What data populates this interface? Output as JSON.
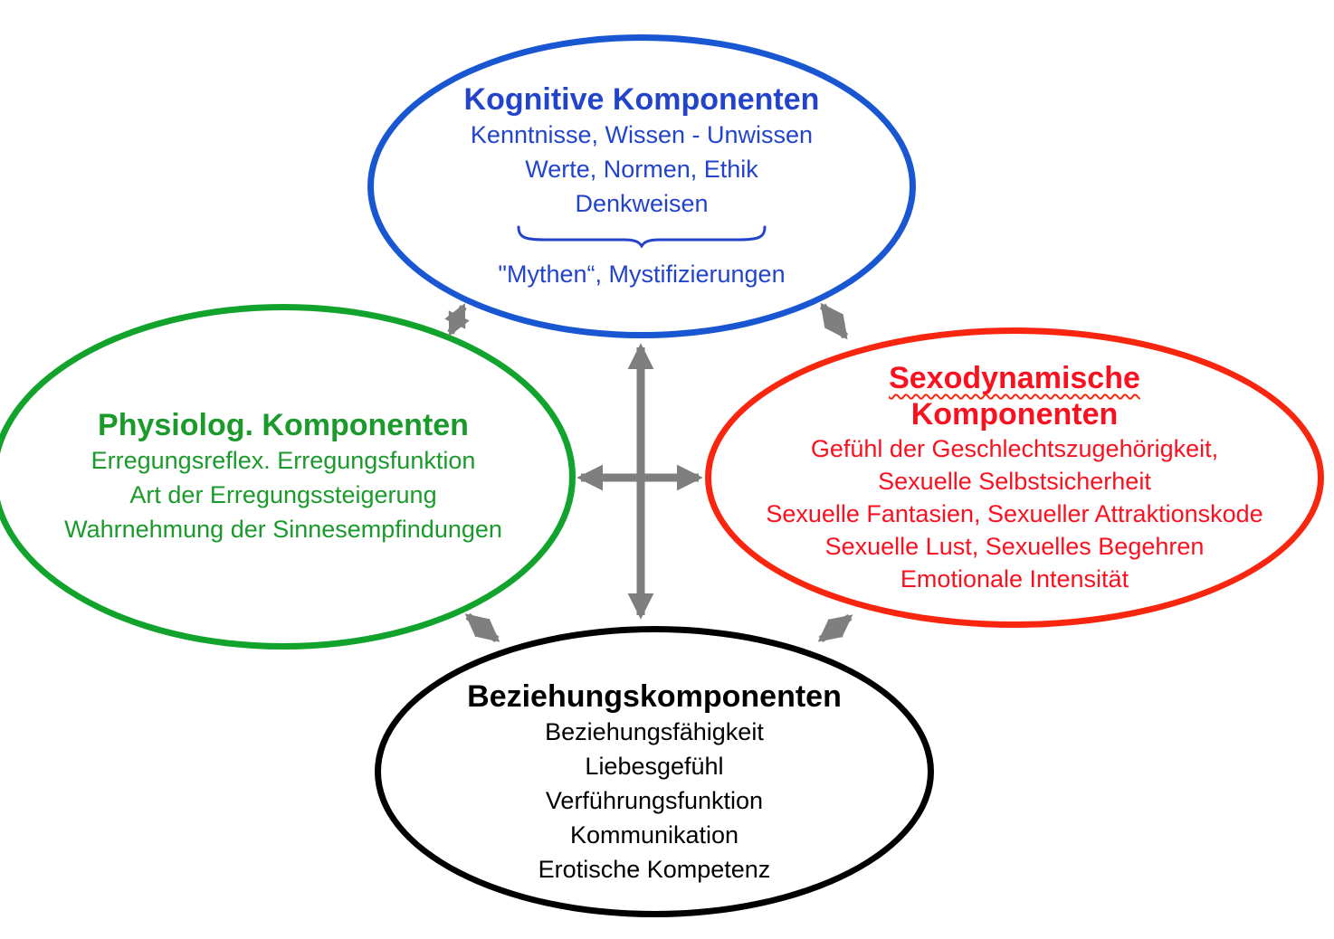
{
  "diagram": {
    "arrow_color": "#7F7F7F",
    "nodes": {
      "kognitive": {
        "color": "#1956D2",
        "text_color": "#2244CB",
        "title": "Kognitive Komponenten",
        "line1": "Kenntnisse, Wissen - Unwissen",
        "line2": "Werte, Normen, Ethik",
        "line3": "Denkweisen",
        "brace_note": "\"Mythen“, Mystifizierungen"
      },
      "physiolog": {
        "color": "#11A32C",
        "text_color": "#1B9A2C",
        "title": "Physiolog. Komponenten",
        "line1": "Erregungsreflex. Erregungsfunktion",
        "line2": "Art der Erregungssteigerung",
        "line3": "Wahrnehmung der Sinnesempfindungen"
      },
      "sexodynamische": {
        "color": "#F9260F",
        "text_color": "#FA1120",
        "title_line1": "Sexodynamische",
        "title_line2": "Komponenten",
        "line1": "Gefühl der Geschlechtszugehörigkeit,",
        "line2": "Sexuelle Selbstsicherheit",
        "line3": "Sexuelle Fantasien, Sexueller Attraktionskode",
        "line4": "Sexuelle Lust, Sexuelles Begehren",
        "line5": "Emotionale Intensität"
      },
      "beziehung": {
        "color": "#000000",
        "text_color": "#000000",
        "title": "Beziehungskomponenten",
        "line1": "Beziehungsfähigkeit",
        "line2": "Liebesgefühl",
        "line3": "Verführungsfunktion",
        "line4": "Kommunikation",
        "line5": "Erotische Kompetenz"
      }
    }
  }
}
